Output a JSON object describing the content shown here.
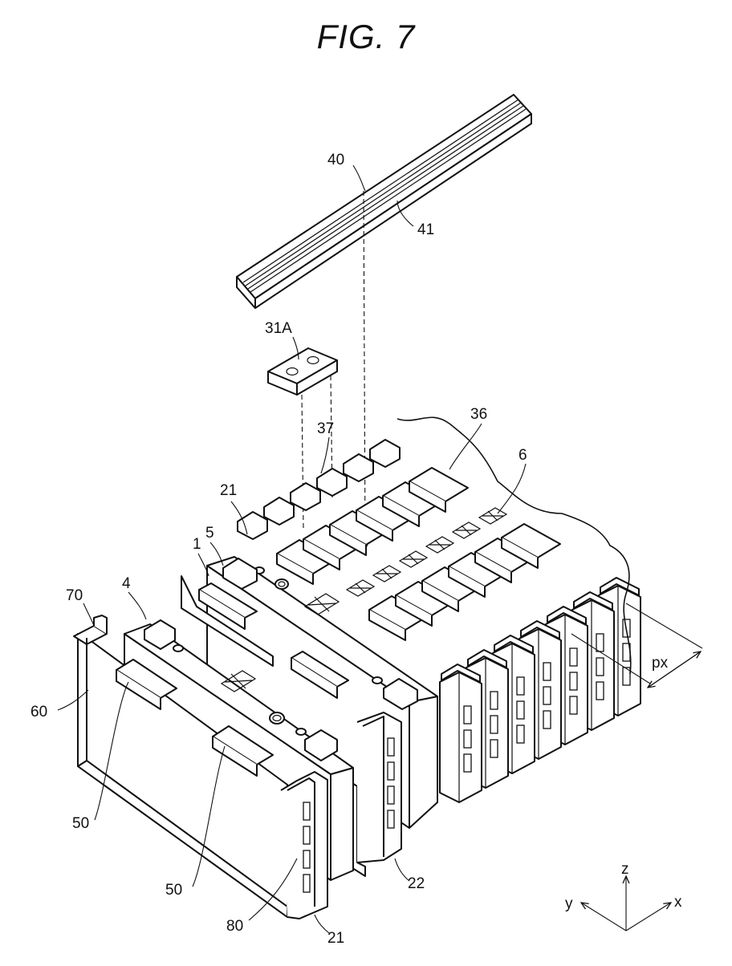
{
  "figure_title": "FIG. 7",
  "labels": {
    "l40": "40",
    "l41": "41",
    "l31A": "31A",
    "l36": "36",
    "l37": "37",
    "l6": "6",
    "l21a": "21",
    "l5": "5",
    "l1": "1",
    "l4": "4",
    "l70": "70",
    "l60": "60",
    "l50a": "50",
    "l50b": "50",
    "l80": "80",
    "l21b": "21",
    "l22": "22",
    "lpx": "px"
  },
  "axes": {
    "z": "z",
    "y": "y",
    "x": "x"
  }
}
